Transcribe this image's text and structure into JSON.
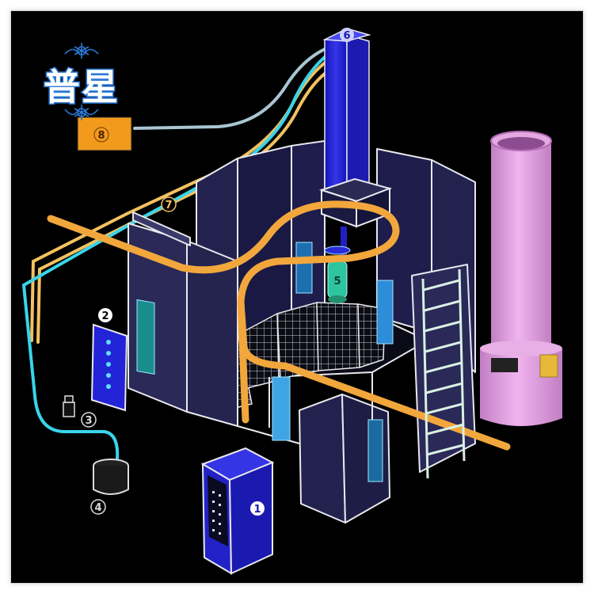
{
  "logo": {
    "text": "普星"
  },
  "callouts": {
    "c1": "1",
    "c2": "2",
    "c3": "3",
    "c4": "4",
    "c5": "5",
    "c6": "6",
    "c7": "7",
    "c8": "8"
  },
  "colors": {
    "background": "#000000",
    "booth_panel": "#1e1d45",
    "booth_outline": "#e8e8ee",
    "air_line_blue": "#39d4ea",
    "powder_line_yellow": "#f3c160",
    "hose_grey": "#a9c6d2",
    "rail_orange": "#f2a73c",
    "column_blue": "#2323d8",
    "cyclone_pink": "#d892d8",
    "control_box_orange": "#f29a1c",
    "logo_blue": "#2a78d6"
  }
}
